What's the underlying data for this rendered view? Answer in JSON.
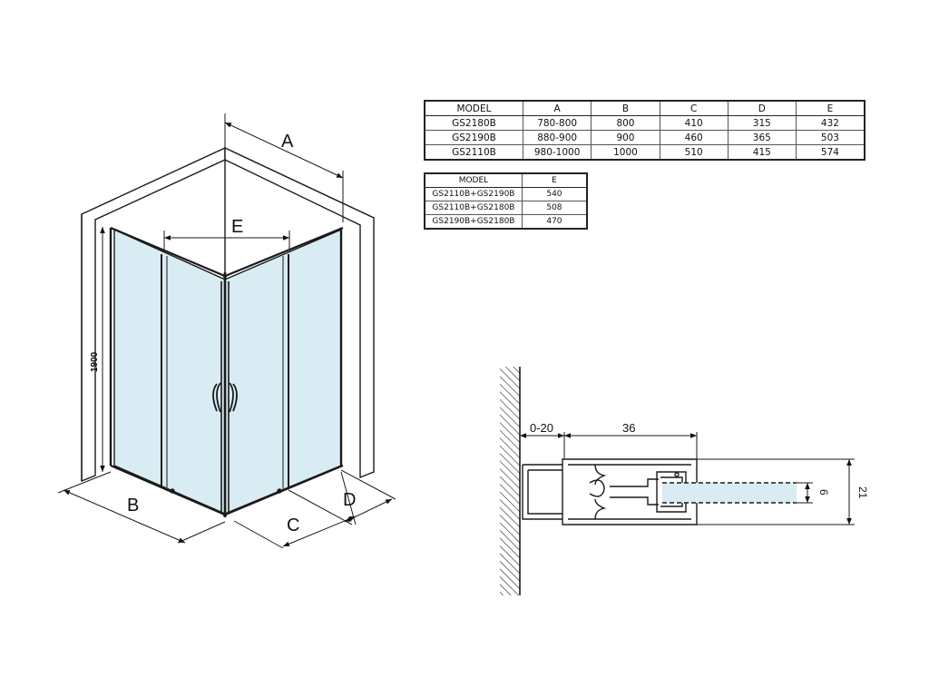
{
  "shower_view": {
    "dim_a": "A",
    "dim_b": "B",
    "dim_c": "C",
    "dim_d": "D",
    "dim_e": "E",
    "height": "1900"
  },
  "models_table": {
    "headers": [
      "MODEL",
      "A",
      "B",
      "C",
      "D",
      "E"
    ],
    "rows": [
      [
        "GS2180B",
        "780-800",
        "800",
        "410",
        "315",
        "432"
      ],
      [
        "GS2190B",
        "880-900",
        "900",
        "460",
        "365",
        "503"
      ],
      [
        "GS2110B",
        "980-1000",
        "1000",
        "510",
        "415",
        "574"
      ]
    ]
  },
  "combos_table": {
    "headers": [
      "MODEL",
      "E"
    ],
    "rows": [
      [
        "GS2110B+GS2190B",
        "540"
      ],
      [
        "GS2110B+GS2180B",
        "508"
      ],
      [
        "GS2190B+GS2180B",
        "470"
      ]
    ]
  },
  "profile": {
    "wall_gap": "0-20",
    "profile_depth": "36",
    "glass_thickness": "6",
    "profile_height": "21"
  },
  "colors": {
    "glass": "#d9ebf3",
    "line": "#1a1a1a",
    "frame": "#555555"
  }
}
